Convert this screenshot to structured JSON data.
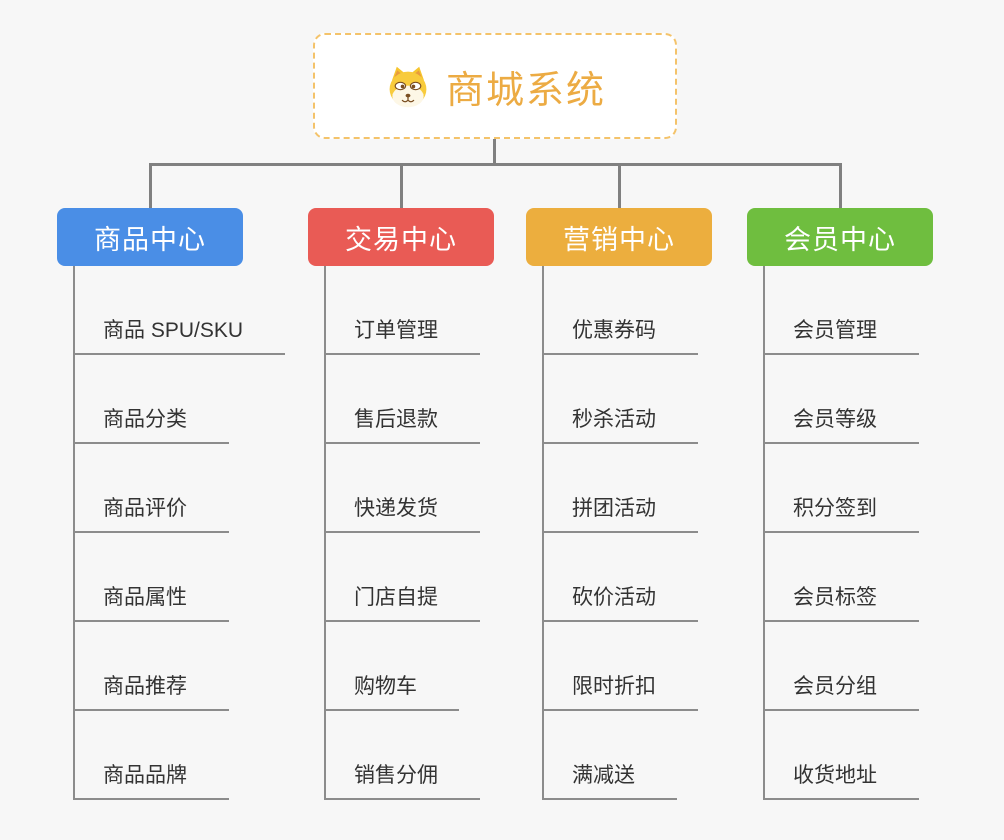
{
  "root": {
    "title": "商城系统",
    "icon": "dog-face-icon"
  },
  "branches": [
    {
      "label": "商品中心",
      "color": "#4a8ee6",
      "children": [
        "商品 SPU/SKU",
        "商品分类",
        "商品评价",
        "商品属性",
        "商品推荐",
        "商品品牌"
      ]
    },
    {
      "label": "交易中心",
      "color": "#e95b55",
      "children": [
        "订单管理",
        "售后退款",
        "快递发货",
        "门店自提",
        "购物车",
        "销售分佣"
      ]
    },
    {
      "label": "营销中心",
      "color": "#ecae3e",
      "children": [
        "优惠券码",
        "秒杀活动",
        "拼团活动",
        "砍价活动",
        "限时折扣",
        "满减送"
      ]
    },
    {
      "label": "会员中心",
      "color": "#6fbe3f",
      "children": [
        "会员管理",
        "会员等级",
        "积分签到",
        "会员标签",
        "会员分组",
        "收货地址"
      ]
    }
  ],
  "colors": {
    "background": "#f7f7f7",
    "connector": "#808080",
    "leaf_line": "#8c8c8c",
    "leaf_text": "#333333",
    "root_text": "#ecab43",
    "root_border": "#f4c36a",
    "root_background": "#ffffff",
    "branch_text": "#ffffff"
  }
}
